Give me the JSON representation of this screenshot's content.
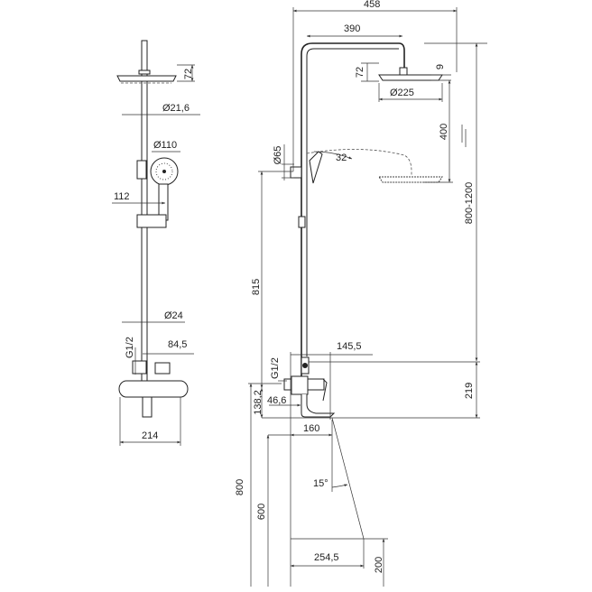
{
  "front_view": {
    "head_height": "72",
    "pipe_diameter": "Ø21,6",
    "hand_shower_diameter": "Ø110",
    "holder_offset": "112",
    "lower_pipe_diameter": "Ø24",
    "connection_thread": "G1/2",
    "mixer_offset": "84,5",
    "mixer_width": "214"
  },
  "side_view": {
    "total_reach": "458",
    "arm_reach": "390",
    "head_height": "72",
    "head_thickness": "9",
    "head_diameter": "Ø225",
    "head_adjust": "400",
    "total_height_range": "800-1200",
    "hand_shower_diameter": "Ø65",
    "tilt_angle": "32",
    "pipe_height": "815",
    "mixer_depth": "145,5",
    "connection_thread": "G1/2",
    "mixer_to_spout": "219",
    "spout_height": "138,2",
    "wall_offset": "46,6",
    "spout_reach": "160",
    "spray_angle": "15°",
    "install_height": "800",
    "min_height": "600",
    "spray_reach": "254,5",
    "clearance": "200"
  }
}
